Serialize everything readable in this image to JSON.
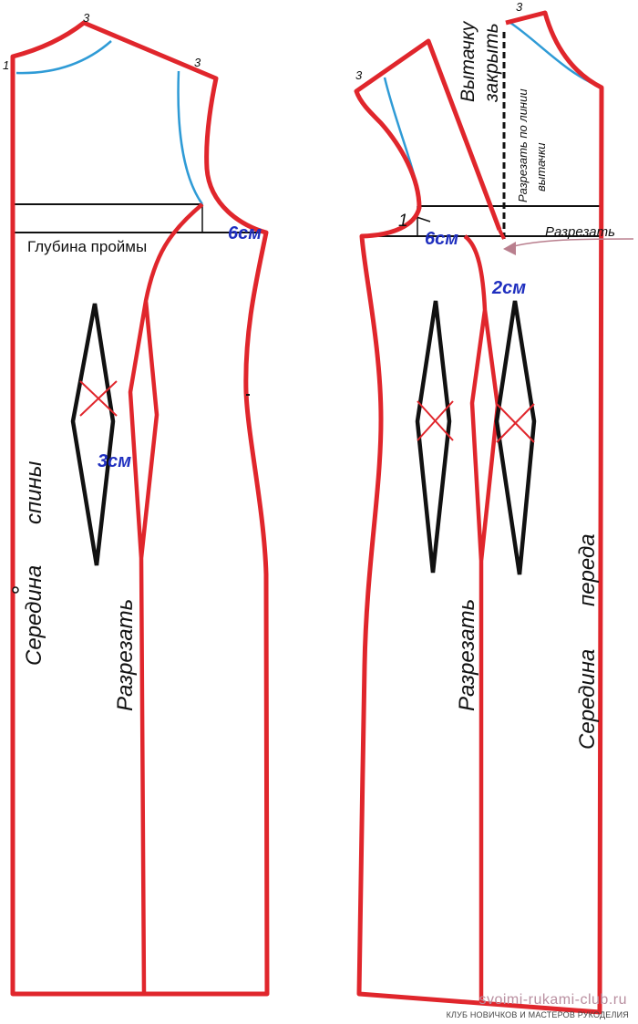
{
  "labels": {
    "back_center": "Середина",
    "back_center_2": "спины",
    "armhole_depth": "Глубина проймы",
    "cut_back": "Разрезать",
    "cut_front": "Разрезать",
    "cut_side": "Разрезать",
    "front_center": "Середина",
    "front_center_2": "переда",
    "close_dart_1": "Вытачку",
    "close_dart_2": "закрыть",
    "cut_dart_line_1": "Разрезать по линии",
    "cut_dart_line_2": "вытачки"
  },
  "points": {
    "p1_back": "1",
    "p3_back_neck": "3",
    "p3_back_shoulder": "3",
    "p3_front_left": "3",
    "p3_front_right": "3",
    "p1_front": "1"
  },
  "measures": {
    "back_6cm": "6см",
    "back_3cm": "3см",
    "front_6cm": "6см",
    "front_2cm": "2см"
  },
  "watermark": {
    "url": "svoimi-rukami-club.ru",
    "club": "КЛУБ НОВИЧКОВ И МАСТЕРОВ РУКОДЕЛИЯ"
  },
  "colors": {
    "outline": "#e0262c",
    "helper": "#2f9bd6",
    "dart": "#111111",
    "cross": "#e0262c",
    "measure_text": "#1f2fbf"
  }
}
